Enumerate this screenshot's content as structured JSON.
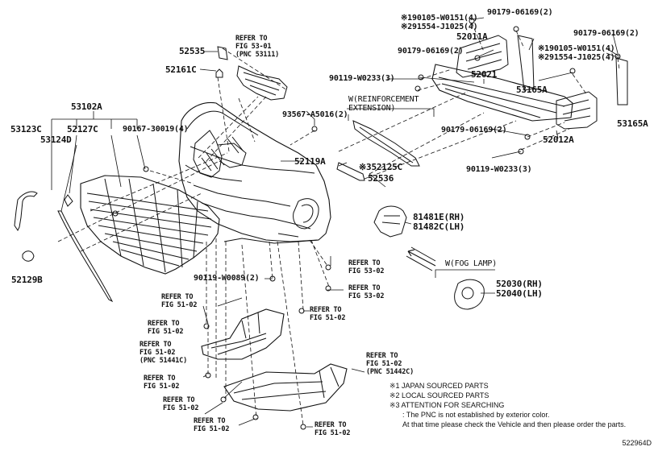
{
  "labels": {
    "l52535": "52535",
    "l52161c": "52161C",
    "refer_53_01": [
      "REFER TO",
      "FIG 53-01",
      "(PNC 53111)"
    ],
    "l53102a": "53102A",
    "l53123c": "53123C",
    "l52127c": "52127C",
    "l90167": "90167-30019(4)",
    "l53124d": "53124D",
    "l93567": "93567-A5016(2)",
    "l52119a": "52119A",
    "l52125c": "※352125C",
    "l52536": "52536",
    "reinforcement": [
      "W(REINFORCEMENT",
      " EXTENSION)"
    ],
    "l90105_top": "※190105-W0151(4)",
    "l291554_top": "※291554-J1025(4)",
    "l90179_a": "90179-06169(2)",
    "l52011a": "52011A",
    "l90179_b": "90179-06169(2)",
    "l90119_w0233_a": "90119-W0233(3)",
    "l52021": "52021",
    "l53165a_a": "53165A",
    "l90179_c": "90179-06169(2)",
    "l90105_right": "※190105-W0151(4)",
    "l291554_right": "※291554-J1025(4)",
    "l53165a_b": "53165A",
    "l52012a": "52012A",
    "l90179_d": "90179-06169(2)",
    "l90119_w0233_b": "90119-W0233(3)",
    "l81481e": "81481E(RH)",
    "l81482c": "81482C(LH)",
    "fog": "W(FOG LAMP)",
    "l52030": "52030(RH)",
    "l52040": "52040(LH)",
    "l52129b": "52129B",
    "l90119_w0089": "90119-W0089(2)",
    "refer_53_02_a": [
      "REFER TO",
      "FIG 53-02"
    ],
    "refer_53_02_b": [
      "REFER TO",
      "FIG 53-02"
    ],
    "refer_51_02_a": [
      "REFER TO",
      "FIG 51-02"
    ],
    "refer_51_02_b": [
      "REFER TO",
      "FIG 51-02"
    ],
    "refer_51_02_c": [
      "REFER TO",
      "FIG 51-02"
    ],
    "refer_51441c": [
      "REFER TO",
      "FIG 51-02",
      "(PNC 51441C)"
    ],
    "refer_51442c": [
      "REFER TO",
      "FIG 51-02",
      "(PNC 51442C)"
    ],
    "refer_51_02_d": [
      "REFER TO",
      "FIG 51-02"
    ],
    "refer_51_02_e": [
      "REFER TO",
      "FIG 51-02"
    ],
    "refer_51_02_f": [
      "REFER TO",
      "FIG 51-02"
    ],
    "refer_51_02_g": [
      "REFER TO",
      "FIG 51-02"
    ]
  },
  "notes": [
    "※1  JAPAN SOURCED PARTS",
    "※2  LOCAL SOURCED PARTS",
    "※3  ATTENTION FOR SEARCHING",
    ": The PNC is not established by exterior color.",
    "At that time please check the Vehicle and then please order the parts."
  ],
  "diagram_code": "522964D"
}
